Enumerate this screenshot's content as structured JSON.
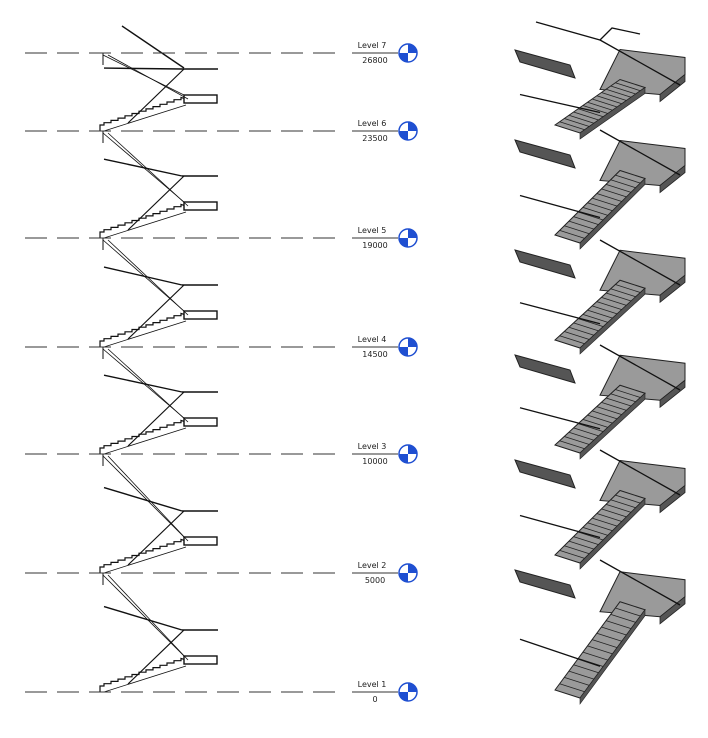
{
  "levels": [
    {
      "name": "Level 7",
      "elevation": "26800"
    },
    {
      "name": "Level 6",
      "elevation": "23500"
    },
    {
      "name": "Level 5",
      "elevation": "19000"
    },
    {
      "name": "Level 4",
      "elevation": "14500"
    },
    {
      "name": "Level 3",
      "elevation": "10000"
    },
    {
      "name": "Level 2",
      "elevation": "5000"
    },
    {
      "name": "Level 1",
      "elevation": "0"
    }
  ],
  "colors": {
    "marker": "#1f4fd1",
    "stair_fill": "#9a9a9a",
    "stair_dark": "#555555",
    "line": "#111111"
  }
}
